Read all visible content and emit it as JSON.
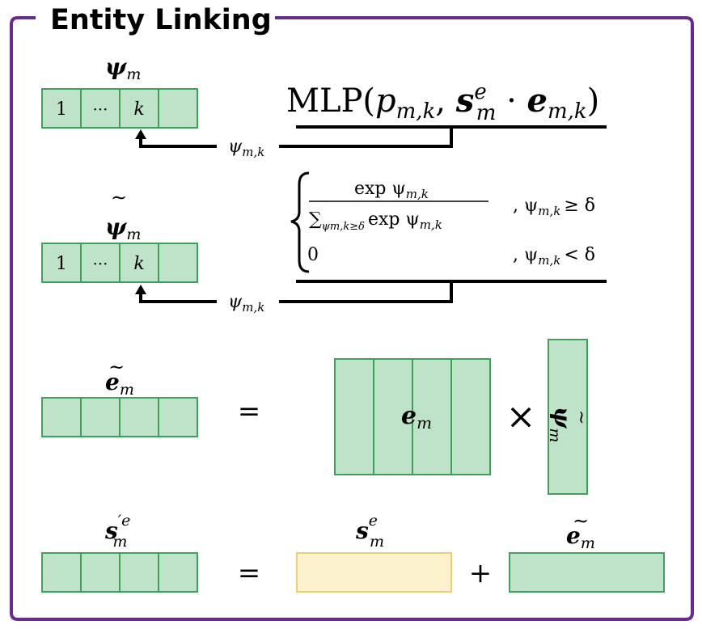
{
  "title": "Entity Linking",
  "colors": {
    "frame": "#6a2c8c",
    "cell_fill": "#bfe3c9",
    "cell_stroke": "#3fa05a",
    "yellow_fill": "#fbf1cc",
    "yellow_stroke": "#e7cf7d",
    "line": "#000000"
  },
  "row1": {
    "vector_label": "ψ",
    "vector_sub": "m",
    "cells": [
      "1",
      "···",
      "k",
      ""
    ],
    "mlp": {
      "prefix": "MLP(",
      "p": "p",
      "p_sub": "m,k",
      "comma": ", ",
      "s": "s",
      "s_sup": "e",
      "s_sub": "m",
      "dot": " · ",
      "e": "e",
      "e_sub": "m,k",
      "close": ")"
    },
    "arrow_label": "ψ",
    "arrow_sub": "m,k"
  },
  "row2": {
    "vector_label": "ψ",
    "vector_tilde": "∼",
    "vector_sub": "m",
    "cells": [
      "1",
      "···",
      "k",
      ""
    ],
    "case1_num": "exp ψ",
    "case1_num_sub": "m,k",
    "case1_den_sum": "∑",
    "case1_den_sum_sub": "ψm,k≥δ",
    "case1_den": "exp ψ",
    "case1_den_sub": "m,k",
    "case1_cond": ", ψ",
    "case1_cond_sub": "m,k",
    "case1_cond_rel": "≥ δ",
    "case2_val": "0",
    "case2_cond": ", ψ",
    "case2_cond_sub": "m,k",
    "case2_cond_rel": "< δ",
    "arrow_label": "ψ",
    "arrow_sub": "m,k"
  },
  "row3": {
    "lhs_label": "e",
    "lhs_tilde": "~",
    "lhs_sub": "m",
    "equals": "=",
    "matrix_label": "e",
    "matrix_sub": "m",
    "times": "×",
    "col_label": "ψ",
    "col_tilde": "∼",
    "col_sub": "m"
  },
  "row4": {
    "lhs_label": "s",
    "lhs_sup": "′e",
    "lhs_sub": "m",
    "equals": "=",
    "mid_label": "s",
    "mid_sup": "e",
    "mid_sub": "m",
    "plus": "+",
    "rhs_label": "e",
    "rhs_tilde": "∼",
    "rhs_sub": "m"
  }
}
